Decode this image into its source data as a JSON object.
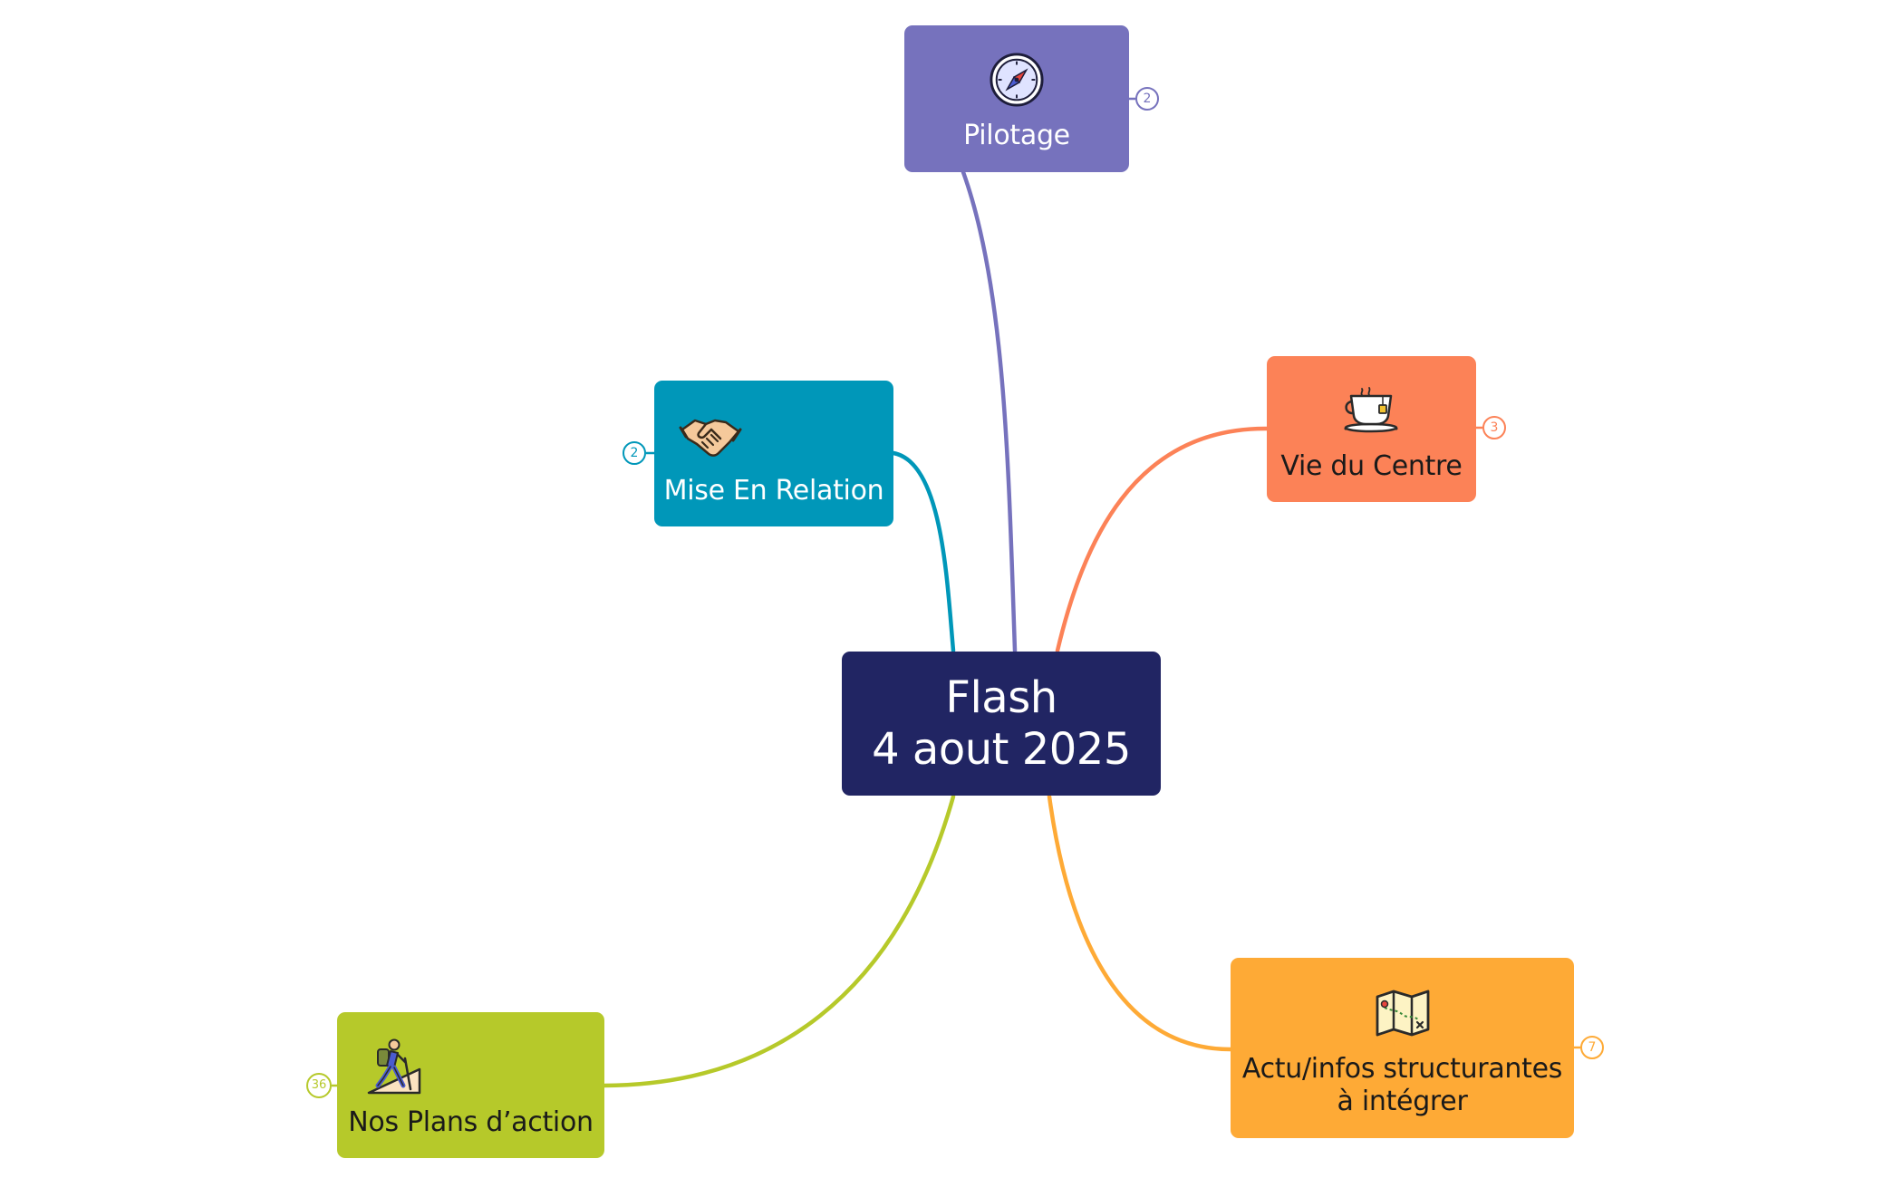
{
  "center": {
    "line1": "Flash",
    "line2": "4 aout 2025",
    "color": "#212563"
  },
  "branches": {
    "pilotage": {
      "label": "Pilotage",
      "count": "2",
      "color": "#7672BD",
      "icon": "compass-icon"
    },
    "mise_en_relation": {
      "label": "Mise En Relation",
      "count": "2",
      "color": "#0097B9",
      "icon": "handshake-icon"
    },
    "vie_du_centre": {
      "label": "Vie du Centre",
      "count": "3",
      "color": "#FC8257",
      "icon": "teacup-icon"
    },
    "actu_infos": {
      "line1": "Actu/infos structurantes",
      "line2": "à intégrer",
      "count": "7",
      "color": "#FEAA36",
      "icon": "map-icon"
    },
    "plans_action": {
      "label": "Nos Plans d’action",
      "count": "36",
      "color": "#B6C92A",
      "icon": "hiker-icon"
    }
  }
}
